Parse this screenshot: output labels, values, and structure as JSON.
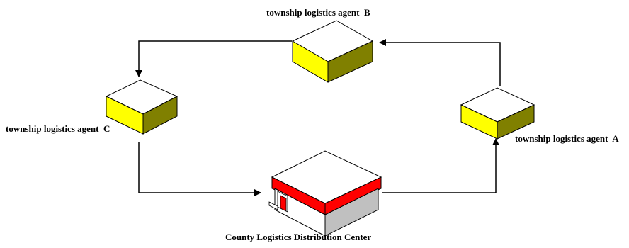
{
  "nodes": {
    "agent_b": {
      "label": "township logistics agent  B"
    },
    "agent_c": {
      "label": "township logistics agent  C"
    },
    "agent_a": {
      "label": "township logistics agent  A"
    },
    "center": {
      "label": "County Logistics Distribution Center"
    }
  },
  "edges": [
    {
      "from": "agent_b",
      "to": "agent_c"
    },
    {
      "from": "agent_c",
      "to": "center"
    },
    {
      "from": "center",
      "to": "agent_a"
    },
    {
      "from": "agent_a",
      "to": "agent_b"
    }
  ],
  "colors": {
    "box_top": "#ffffff",
    "box_side_light": "#ffff00",
    "box_side_dark": "#808000",
    "roof_band": "#ff0000",
    "building_wall": "#c0c0c0",
    "outline": "#000000"
  }
}
